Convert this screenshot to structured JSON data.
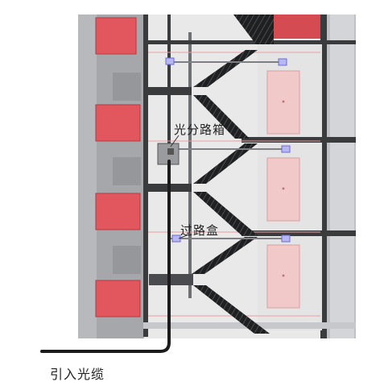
{
  "labels": {
    "optical_box": "光分路箱",
    "pass_box": "过路盒",
    "incoming_cable": "引入光缆"
  },
  "colors": {
    "wall_red": "#e2565e",
    "wall_grey": "#a9abae",
    "stair_dark": "#2e2f31",
    "floor_slab": "#3a3b3d",
    "cable": "#1c1c1c",
    "box_marker": "#8f8fe8",
    "door_pink": "#f1c9c9",
    "background_room": "#ececec"
  }
}
